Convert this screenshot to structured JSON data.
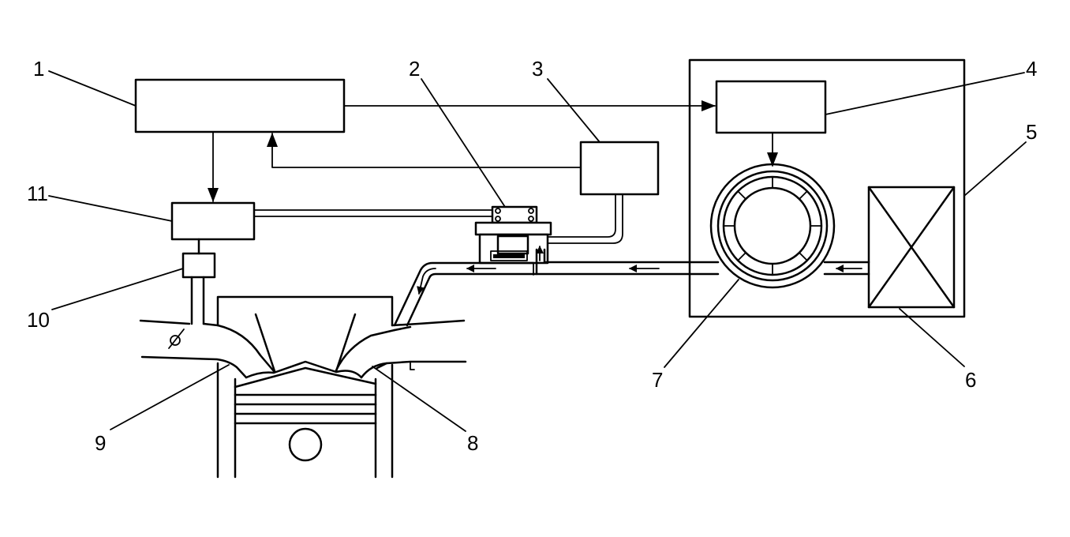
{
  "callouts": [
    {
      "id": "1",
      "label": "1"
    },
    {
      "id": "2",
      "label": "2"
    },
    {
      "id": "3",
      "label": "3"
    },
    {
      "id": "4",
      "label": "4"
    },
    {
      "id": "5",
      "label": "5"
    },
    {
      "id": "6",
      "label": "6"
    },
    {
      "id": "7",
      "label": "7"
    },
    {
      "id": "8",
      "label": "8"
    },
    {
      "id": "9",
      "label": "9"
    },
    {
      "id": "10",
      "label": "10"
    },
    {
      "id": "11",
      "label": "11"
    }
  ],
  "colors": {
    "stroke": "#000000",
    "background": "#ffffff"
  }
}
